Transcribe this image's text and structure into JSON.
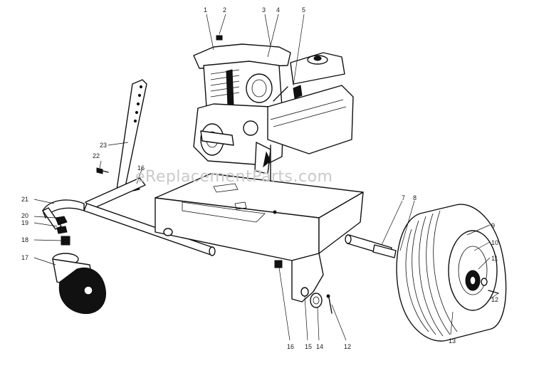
{
  "watermark": "eReplacementParts.com",
  "callouts": [
    {
      "id": "c1",
      "label": "1"
    },
    {
      "id": "c2",
      "label": "2"
    },
    {
      "id": "c3",
      "label": "3"
    },
    {
      "id": "c4",
      "label": "4"
    },
    {
      "id": "c5",
      "label": "5"
    },
    {
      "id": "c7",
      "label": "7"
    },
    {
      "id": "c8",
      "label": "8"
    },
    {
      "id": "c9",
      "label": "9"
    },
    {
      "id": "c10",
      "label": "10"
    },
    {
      "id": "c11",
      "label": "11"
    },
    {
      "id": "c12a",
      "label": "12"
    },
    {
      "id": "c12b",
      "label": "12"
    },
    {
      "id": "c13",
      "label": "13"
    },
    {
      "id": "c14",
      "label": "14"
    },
    {
      "id": "c15",
      "label": "15"
    },
    {
      "id": "c16a",
      "label": "16"
    },
    {
      "id": "c16b",
      "label": "16"
    },
    {
      "id": "c17",
      "label": "17"
    },
    {
      "id": "c18",
      "label": "18"
    },
    {
      "id": "c19",
      "label": "19"
    },
    {
      "id": "c20",
      "label": "20"
    },
    {
      "id": "c21",
      "label": "21"
    },
    {
      "id": "c22",
      "label": "22"
    },
    {
      "id": "c23",
      "label": "23"
    }
  ]
}
